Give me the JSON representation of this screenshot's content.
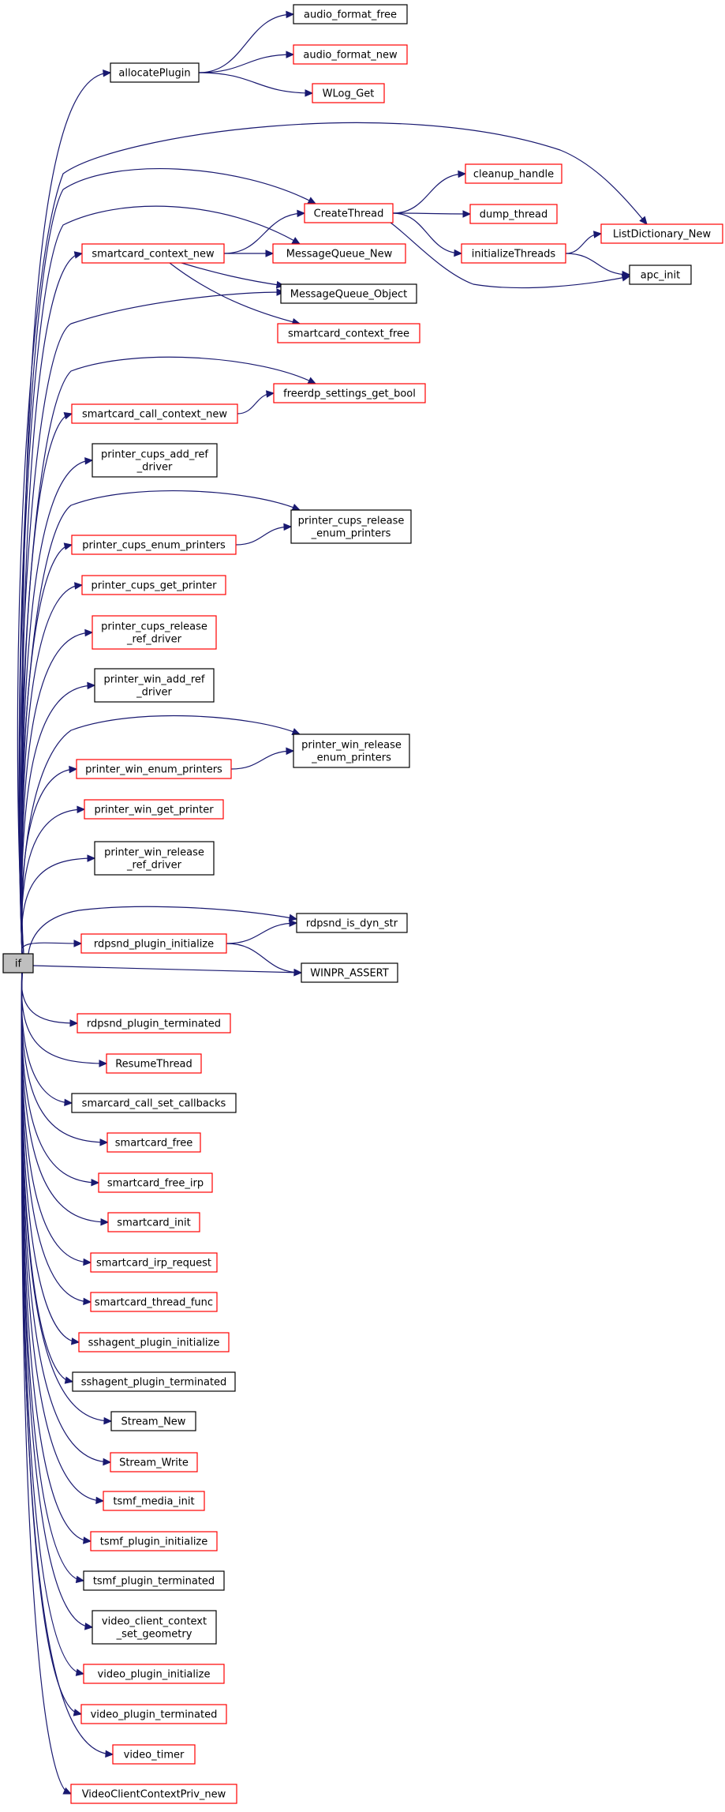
{
  "graph": {
    "colors": {
      "edge": "#191970",
      "red_border": "#ff0000",
      "black_border": "#000000",
      "root_fill": "#bfbfbf"
    },
    "nodes": [
      {
        "id": "if",
        "label": "if",
        "border": "black",
        "root": true
      },
      {
        "id": "allocatePlugin",
        "label": "allocatePlugin",
        "border": "black"
      },
      {
        "id": "audio_format_free",
        "label": "audio_format_free",
        "border": "black"
      },
      {
        "id": "audio_format_new",
        "label": "audio_format_new",
        "border": "red"
      },
      {
        "id": "WLog_Get",
        "label": "WLog_Get",
        "border": "red"
      },
      {
        "id": "CreateThread",
        "label": "CreateThread",
        "border": "red"
      },
      {
        "id": "cleanup_handle",
        "label": "cleanup_handle",
        "border": "red"
      },
      {
        "id": "dump_thread",
        "label": "dump_thread",
        "border": "red"
      },
      {
        "id": "initializeThreads",
        "label": "initializeThreads",
        "border": "red"
      },
      {
        "id": "ListDictionary_New",
        "label": "ListDictionary_New",
        "border": "red"
      },
      {
        "id": "apc_init",
        "label": "apc_init",
        "border": "black"
      },
      {
        "id": "smartcard_context_new",
        "label": "smartcard_context_new",
        "border": "red"
      },
      {
        "id": "MessageQueue_New",
        "label": "MessageQueue_New",
        "border": "red"
      },
      {
        "id": "MessageQueue_Object",
        "label": "MessageQueue_Object",
        "border": "black"
      },
      {
        "id": "smartcard_context_free",
        "label": "smartcard_context_free",
        "border": "red"
      },
      {
        "id": "freerdp_settings_get_bool",
        "label": "freerdp_settings_get_bool",
        "border": "red"
      },
      {
        "id": "smartcard_call_context_new",
        "label": "smartcard_call_context_new",
        "border": "red"
      },
      {
        "id": "printer_cups_add_ref_driver",
        "label": "printer_cups_add_ref\n_driver",
        "border": "black"
      },
      {
        "id": "printer_cups_release_enum_printers",
        "label": "printer_cups_release\n_enum_printers",
        "border": "black"
      },
      {
        "id": "printer_cups_enum_printers",
        "label": "printer_cups_enum_printers",
        "border": "red"
      },
      {
        "id": "printer_cups_get_printer",
        "label": "printer_cups_get_printer",
        "border": "red"
      },
      {
        "id": "printer_cups_release_ref_driver",
        "label": "printer_cups_release\n_ref_driver",
        "border": "red"
      },
      {
        "id": "printer_win_add_ref_driver",
        "label": "printer_win_add_ref\n_driver",
        "border": "black"
      },
      {
        "id": "printer_win_release_enum_printers",
        "label": "printer_win_release\n_enum_printers",
        "border": "black"
      },
      {
        "id": "printer_win_enum_printers",
        "label": "printer_win_enum_printers",
        "border": "red"
      },
      {
        "id": "printer_win_get_printer",
        "label": "printer_win_get_printer",
        "border": "red"
      },
      {
        "id": "printer_win_release_ref_driver",
        "label": "printer_win_release\n_ref_driver",
        "border": "black"
      },
      {
        "id": "rdpsnd_is_dyn_str",
        "label": "rdpsnd_is_dyn_str",
        "border": "black"
      },
      {
        "id": "rdpsnd_plugin_initialize",
        "label": "rdpsnd_plugin_initialize",
        "border": "red"
      },
      {
        "id": "WINPR_ASSERT",
        "label": "WINPR_ASSERT",
        "border": "black"
      },
      {
        "id": "rdpsnd_plugin_terminated",
        "label": "rdpsnd_plugin_terminated",
        "border": "red"
      },
      {
        "id": "ResumeThread",
        "label": "ResumeThread",
        "border": "red"
      },
      {
        "id": "smarcard_call_set_callbacks",
        "label": "smarcard_call_set_callbacks",
        "border": "black"
      },
      {
        "id": "smartcard_free",
        "label": "smartcard_free",
        "border": "red"
      },
      {
        "id": "smartcard_free_irp",
        "label": "smartcard_free_irp",
        "border": "red"
      },
      {
        "id": "smartcard_init",
        "label": "smartcard_init",
        "border": "red"
      },
      {
        "id": "smartcard_irp_request",
        "label": "smartcard_irp_request",
        "border": "red"
      },
      {
        "id": "smartcard_thread_func",
        "label": "smartcard_thread_func",
        "border": "red"
      },
      {
        "id": "sshagent_plugin_initialize",
        "label": "sshagent_plugin_initialize",
        "border": "red"
      },
      {
        "id": "sshagent_plugin_terminated",
        "label": "sshagent_plugin_terminated",
        "border": "black"
      },
      {
        "id": "Stream_New",
        "label": "Stream_New",
        "border": "black"
      },
      {
        "id": "Stream_Write",
        "label": "Stream_Write",
        "border": "red"
      },
      {
        "id": "tsmf_media_init",
        "label": "tsmf_media_init",
        "border": "red"
      },
      {
        "id": "tsmf_plugin_initialize",
        "label": "tsmf_plugin_initialize",
        "border": "red"
      },
      {
        "id": "tsmf_plugin_terminated",
        "label": "tsmf_plugin_terminated",
        "border": "black"
      },
      {
        "id": "video_client_context_set_geometry",
        "label": "video_client_context\n_set_geometry",
        "border": "black"
      },
      {
        "id": "video_plugin_initialize",
        "label": "video_plugin_initialize",
        "border": "red"
      },
      {
        "id": "video_plugin_terminated",
        "label": "video_plugin_terminated",
        "border": "red"
      },
      {
        "id": "video_timer",
        "label": "video_timer",
        "border": "red"
      },
      {
        "id": "VideoClientContextPriv_new",
        "label": "VideoClientContextPriv_new",
        "border": "red"
      }
    ],
    "edges": [
      {
        "from": "if",
        "to": "allocatePlugin"
      },
      {
        "from": "if",
        "to": "ListDictionary_New"
      },
      {
        "from": "if",
        "to": "CreateThread"
      },
      {
        "from": "if",
        "to": "MessageQueue_New"
      },
      {
        "from": "if",
        "to": "smartcard_context_new"
      },
      {
        "from": "if",
        "to": "MessageQueue_Object"
      },
      {
        "from": "if",
        "to": "freerdp_settings_get_bool"
      },
      {
        "from": "if",
        "to": "smartcard_call_context_new"
      },
      {
        "from": "if",
        "to": "printer_cups_add_ref_driver"
      },
      {
        "from": "if",
        "to": "printer_cups_release_enum_printers"
      },
      {
        "from": "if",
        "to": "printer_cups_enum_printers"
      },
      {
        "from": "if",
        "to": "printer_cups_get_printer"
      },
      {
        "from": "if",
        "to": "printer_cups_release_ref_driver"
      },
      {
        "from": "if",
        "to": "printer_win_add_ref_driver"
      },
      {
        "from": "if",
        "to": "printer_win_release_enum_printers"
      },
      {
        "from": "if",
        "to": "printer_win_enum_printers"
      },
      {
        "from": "if",
        "to": "printer_win_get_printer"
      },
      {
        "from": "if",
        "to": "printer_win_release_ref_driver"
      },
      {
        "from": "if",
        "to": "rdpsnd_is_dyn_str"
      },
      {
        "from": "if",
        "to": "rdpsnd_plugin_initialize"
      },
      {
        "from": "if",
        "to": "WINPR_ASSERT"
      },
      {
        "from": "if",
        "to": "rdpsnd_plugin_terminated"
      },
      {
        "from": "if",
        "to": "ResumeThread"
      },
      {
        "from": "if",
        "to": "smarcard_call_set_callbacks"
      },
      {
        "from": "if",
        "to": "smartcard_free"
      },
      {
        "from": "if",
        "to": "smartcard_free_irp"
      },
      {
        "from": "if",
        "to": "smartcard_init"
      },
      {
        "from": "if",
        "to": "smartcard_irp_request"
      },
      {
        "from": "if",
        "to": "smartcard_thread_func"
      },
      {
        "from": "if",
        "to": "sshagent_plugin_initialize"
      },
      {
        "from": "if",
        "to": "sshagent_plugin_terminated"
      },
      {
        "from": "if",
        "to": "Stream_New"
      },
      {
        "from": "if",
        "to": "Stream_Write"
      },
      {
        "from": "if",
        "to": "tsmf_media_init"
      },
      {
        "from": "if",
        "to": "tsmf_plugin_initialize"
      },
      {
        "from": "if",
        "to": "tsmf_plugin_terminated"
      },
      {
        "from": "if",
        "to": "video_client_context_set_geometry"
      },
      {
        "from": "if",
        "to": "video_plugin_initialize"
      },
      {
        "from": "if",
        "to": "video_plugin_terminated"
      },
      {
        "from": "if",
        "to": "video_timer"
      },
      {
        "from": "if",
        "to": "VideoClientContextPriv_new"
      },
      {
        "from": "allocatePlugin",
        "to": "audio_format_free"
      },
      {
        "from": "allocatePlugin",
        "to": "audio_format_new"
      },
      {
        "from": "allocatePlugin",
        "to": "WLog_Get"
      },
      {
        "from": "CreateThread",
        "to": "cleanup_handle"
      },
      {
        "from": "CreateThread",
        "to": "dump_thread"
      },
      {
        "from": "CreateThread",
        "to": "initializeThreads"
      },
      {
        "from": "CreateThread",
        "to": "apc_init"
      },
      {
        "from": "initializeThreads",
        "to": "ListDictionary_New"
      },
      {
        "from": "initializeThreads",
        "to": "apc_init"
      },
      {
        "from": "smartcard_context_new",
        "to": "CreateThread"
      },
      {
        "from": "smartcard_context_new",
        "to": "MessageQueue_New"
      },
      {
        "from": "smartcard_context_new",
        "to": "MessageQueue_Object"
      },
      {
        "from": "smartcard_context_new",
        "to": "smartcard_context_free"
      },
      {
        "from": "smartcard_call_context_new",
        "to": "freerdp_settings_get_bool"
      },
      {
        "from": "printer_cups_enum_printers",
        "to": "printer_cups_release_enum_printers"
      },
      {
        "from": "printer_win_enum_printers",
        "to": "printer_win_release_enum_printers"
      },
      {
        "from": "rdpsnd_plugin_initialize",
        "to": "rdpsnd_is_dyn_str"
      },
      {
        "from": "rdpsnd_plugin_initialize",
        "to": "WINPR_ASSERT"
      }
    ]
  }
}
